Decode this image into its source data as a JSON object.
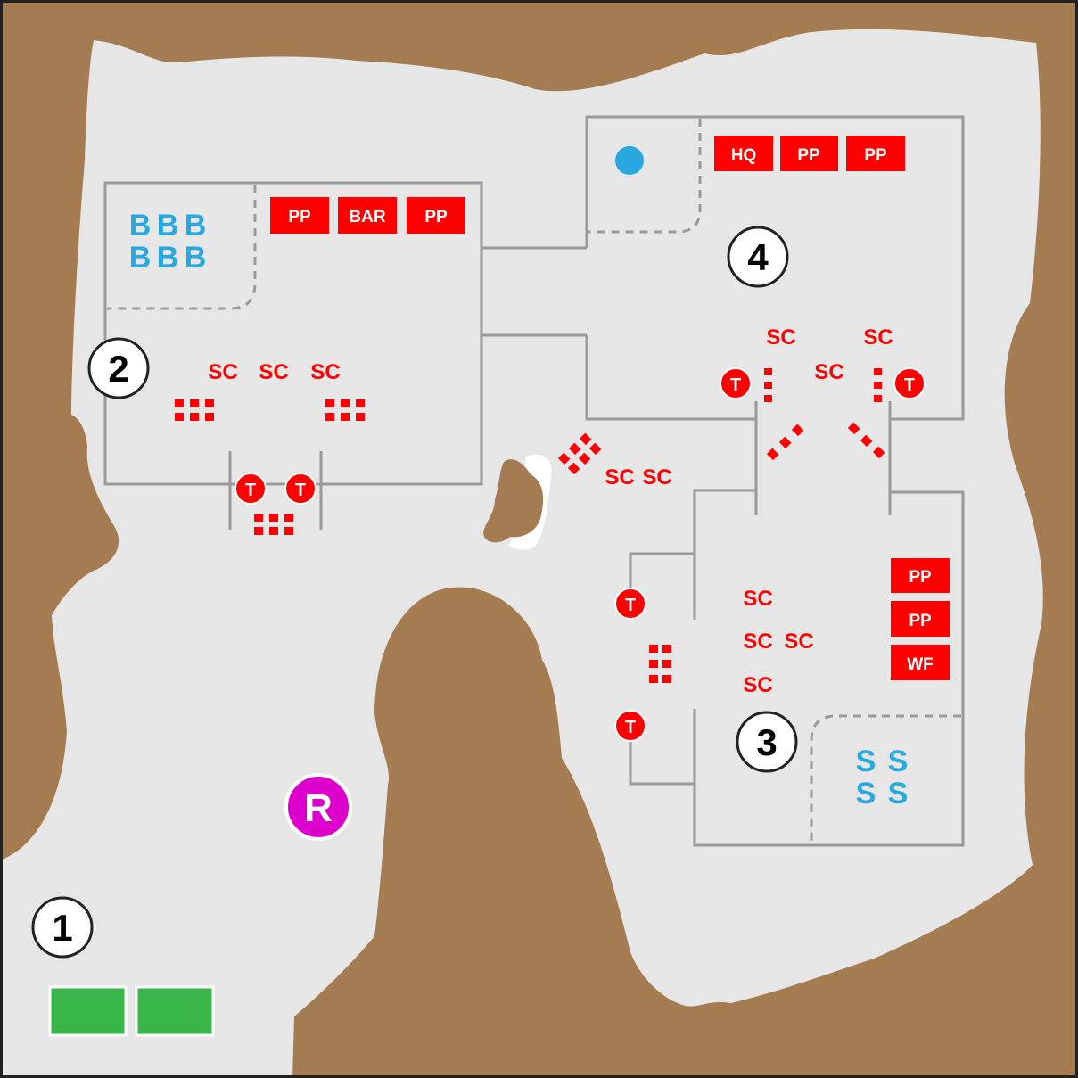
{
  "colors": {
    "terrain": "#a57c52",
    "ground": "#e6e6e6",
    "wall": "#9a9a9a",
    "enemy": "#ff0000",
    "label": "#ffffff",
    "blue": "#29a8e0",
    "green": "#39b54a",
    "magenta": "#dd00cc",
    "border": "#222222",
    "badge_fill": "#ffffff",
    "badge_text": "#000000"
  },
  "zones": [
    {
      "id": "zone-1",
      "label": "1"
    },
    {
      "id": "zone-2",
      "label": "2"
    },
    {
      "id": "zone-3",
      "label": "3"
    },
    {
      "id": "zone-4",
      "label": "4"
    }
  ],
  "buildings": {
    "base2": [
      "PP",
      "BAR",
      "PP"
    ],
    "base4": [
      "HQ",
      "PP",
      "PP"
    ],
    "base3": [
      "PP",
      "PP",
      "WF"
    ]
  },
  "units": {
    "sc": "SC",
    "turret": "T",
    "b": "B",
    "s": "S",
    "resource": "R"
  }
}
